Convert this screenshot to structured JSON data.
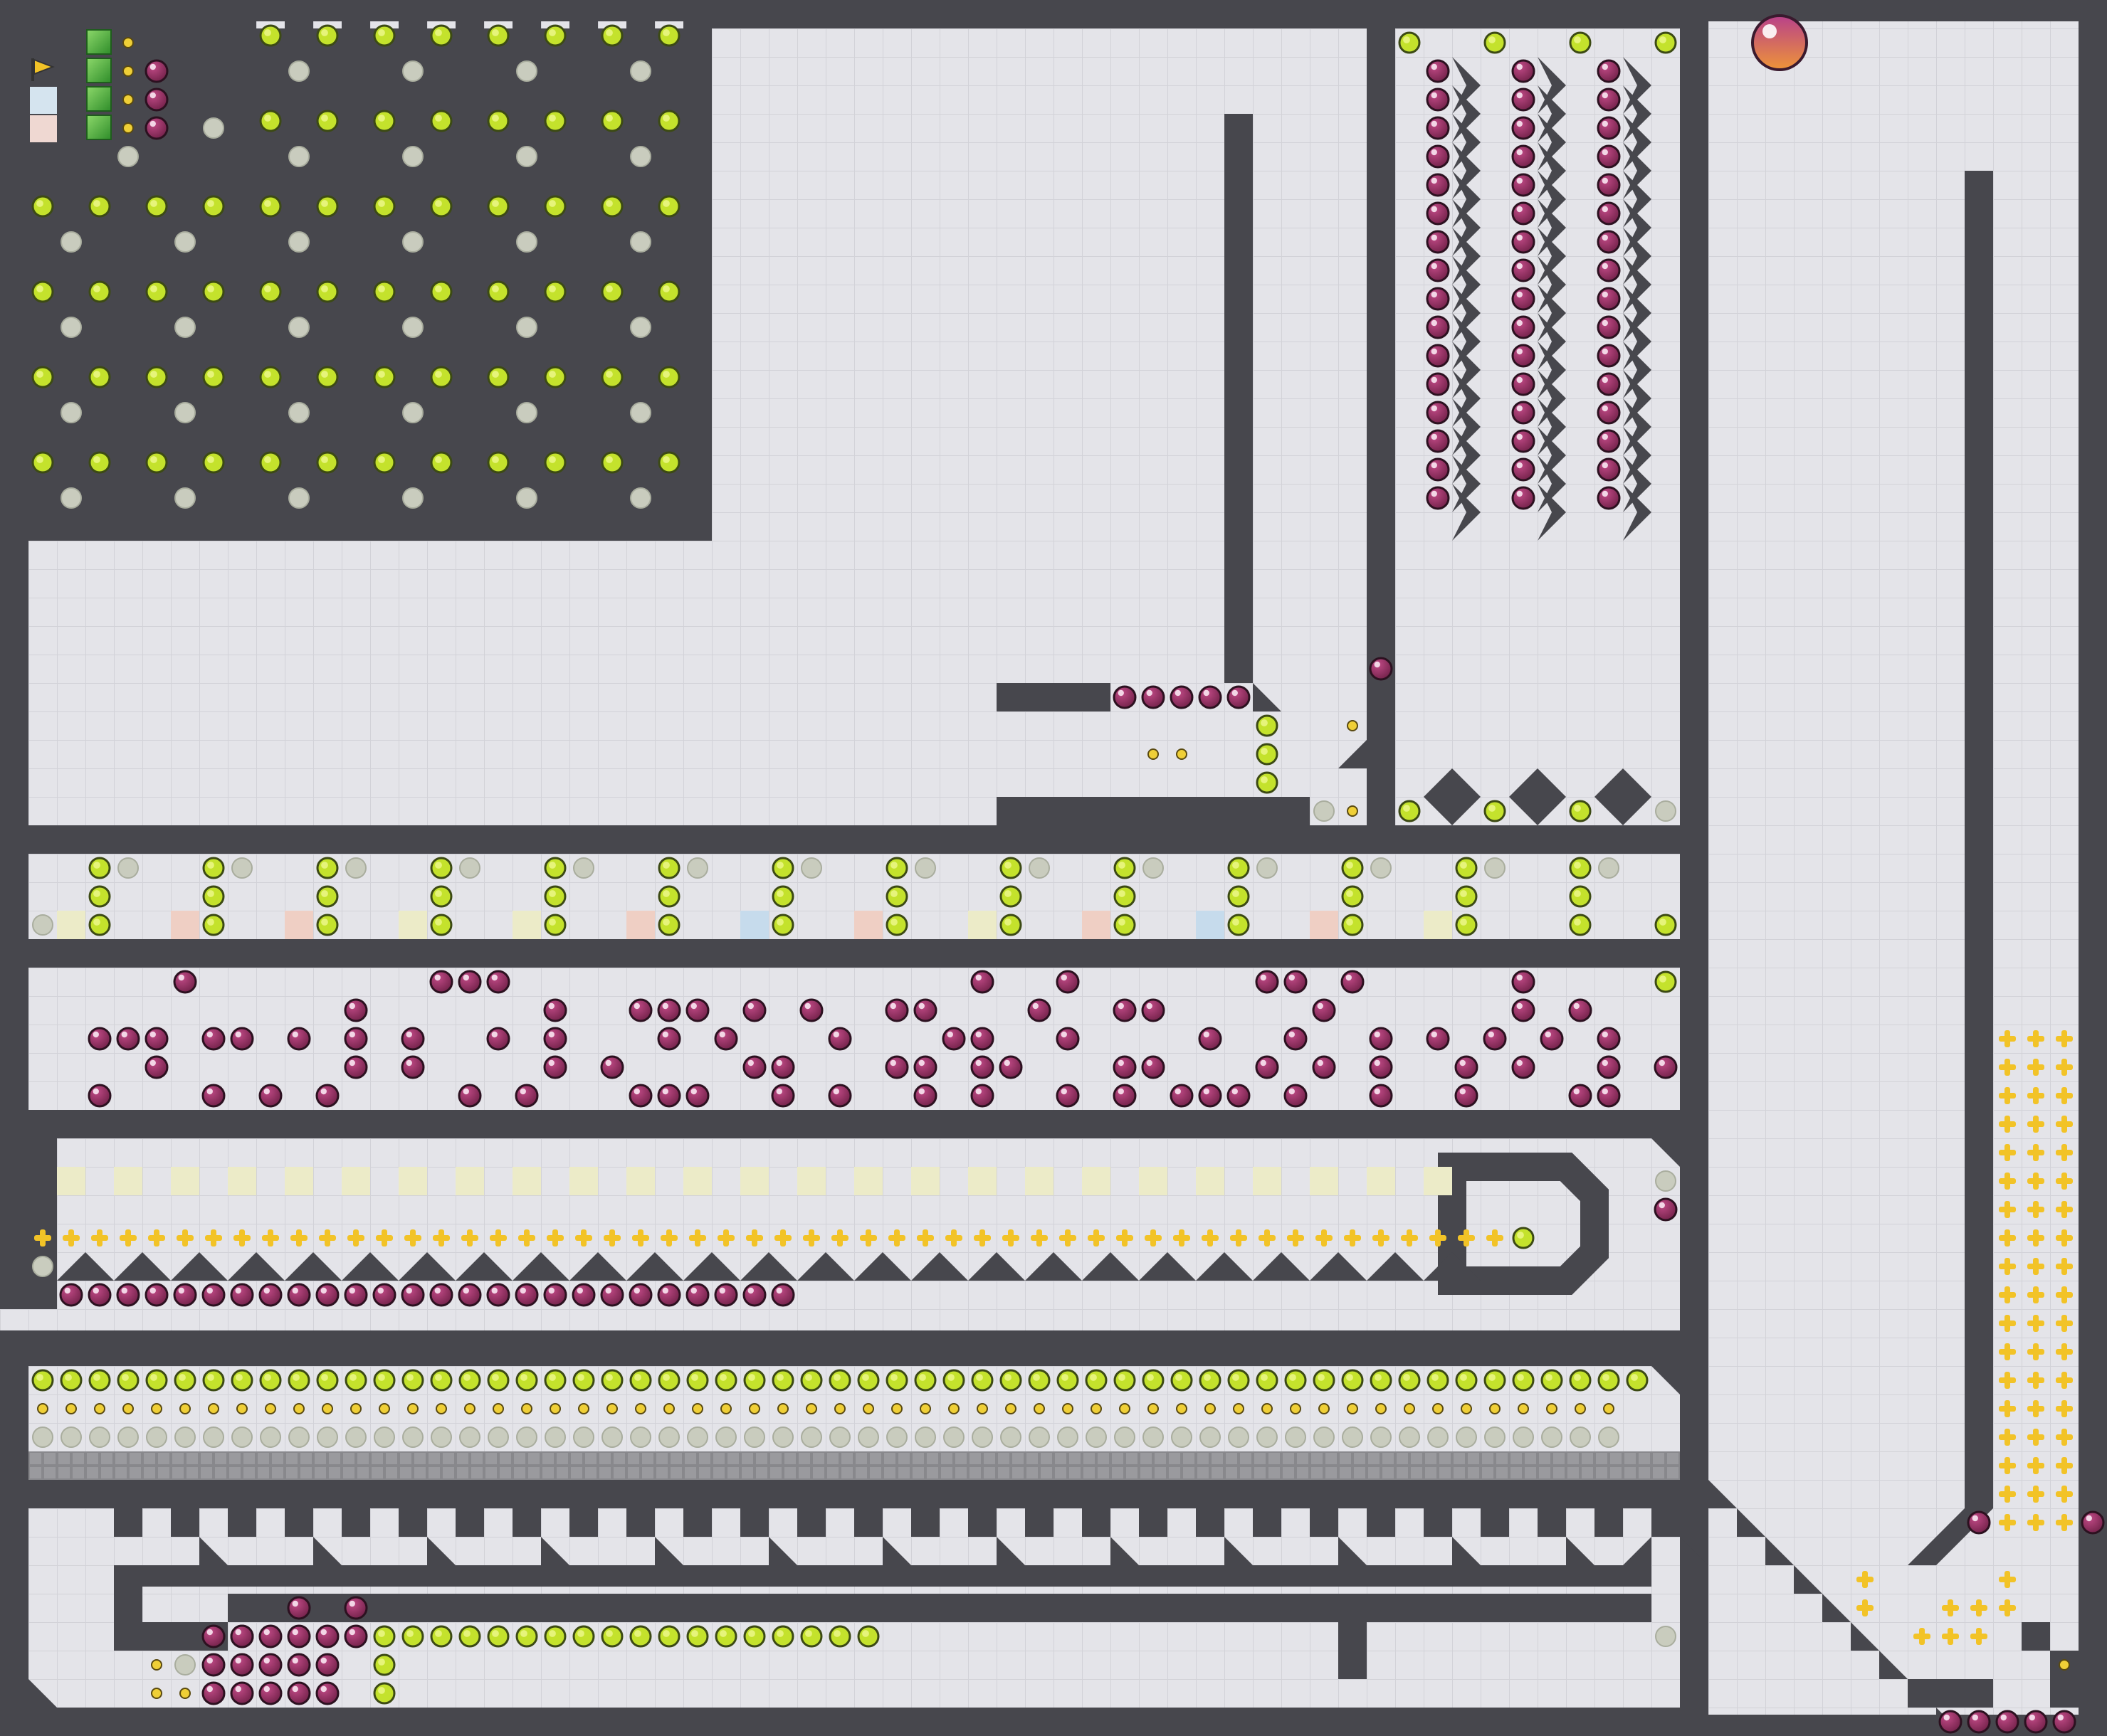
{
  "game": {
    "title": "",
    "colors": {
      "wall": "#47474d",
      "floor": "#e4e4e9",
      "grid_line": "#d2d2d8",
      "gem_green": "#c4e22c",
      "gem_green_ring": "#3c4a14",
      "gem_gray": "#c9ccbe",
      "bomb": "#8e2d5c",
      "bomb_ring": "#2c1120",
      "spark": "#f2c327",
      "coin": "#efcf37",
      "player_top": "#c24e8a",
      "player_bottom": "#e08a3c",
      "tile_yellow": "#ecebc8",
      "tile_pink": "#efcfc4",
      "tile_blue": "#c6dbec",
      "conveyor": "#8c8c90",
      "green_block": "#4fb32f"
    },
    "icons": [
      "player-ball-icon",
      "goal-flag-icon",
      "green-gem-icon",
      "gray-gem-icon",
      "bomb-icon",
      "spark-icon",
      "coin-icon",
      "spike-icon",
      "green-block-icon"
    ],
    "level_layout": {
      "u_cup_rows": 6,
      "u_cup_columns": 6,
      "zigzag_columns": 3,
      "bottom_green_gem_row_count": 57
    }
  }
}
